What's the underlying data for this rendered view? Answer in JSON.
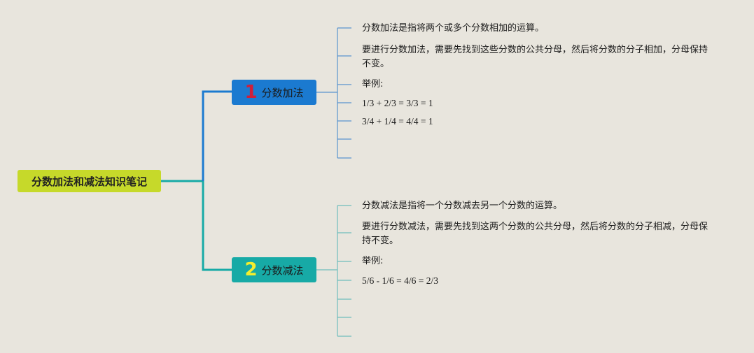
{
  "root": {
    "label": "分数加法和减法知识笔记"
  },
  "branches": [
    {
      "number": "1",
      "label": "分数加法",
      "color": "#1b7ad0",
      "number_color": "#cf1f3a",
      "leaves": [
        "分数加法是指将两个或多个分数相加的运算。",
        "要进行分数加法，需要先找到这些分数的公共分母，然后将分数的分子相加，分母保持不变。",
        "举例:",
        "1/3 + 2/3 = 3/3 = 1",
        "3/4 + 1/4 = 4/4 = 1",
        "",
        ""
      ]
    },
    {
      "number": "2",
      "label": "分数减法",
      "color": "#17aaa6",
      "number_color": "#f3ee2e",
      "leaves": [
        "分数减法是指将一个分数减去另一个分数的运算。",
        "要进行分数减法，需要先找到这两个分数的公共分母，然后将分数的分子相减，分母保持不变。",
        "举例:",
        "5/6 - 1/6 = 4/6 = 2/3",
        "",
        "",
        ""
      ]
    }
  ],
  "colors": {
    "background": "#e8e5dd",
    "root": "#c6d92a"
  }
}
